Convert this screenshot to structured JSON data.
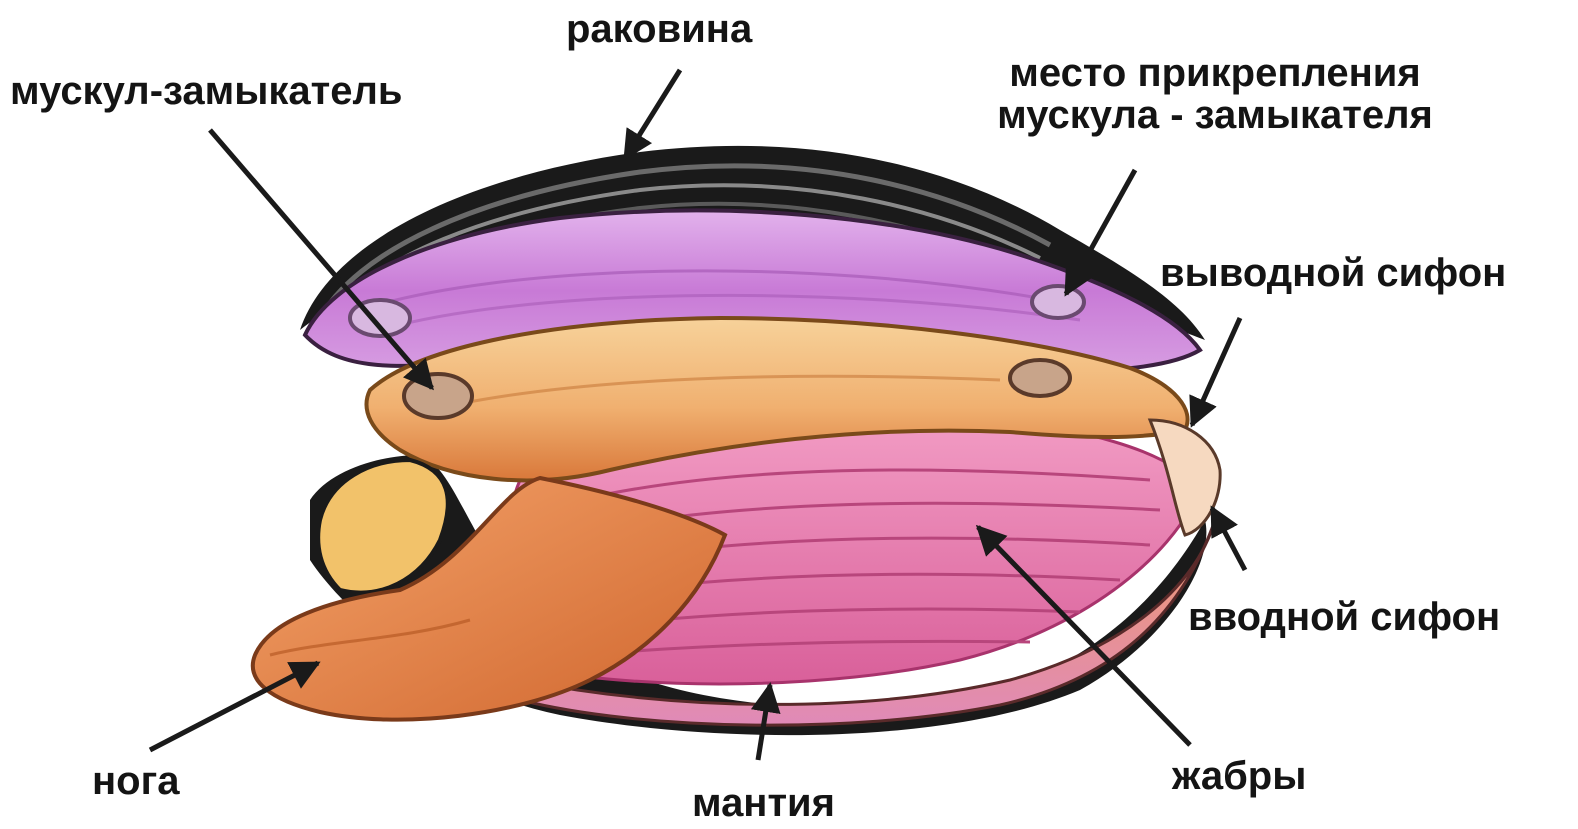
{
  "labels": {
    "shell": "раковина",
    "adductor_muscle": "мускул-замыкатель",
    "muscle_attachment_line1": "место прикрепления",
    "muscle_attachment_line2": "мускула - замыкателя",
    "exhalant_siphon": "выводной сифон",
    "inhalant_siphon": "вводной сифон",
    "foot": "нога",
    "mantle": "мантия",
    "gills": "жабры"
  },
  "colors": {
    "background": "#ffffff",
    "text": "#141414",
    "shell_outline": "#1a1a1a",
    "mantle_purple": "#c87ad6",
    "mantle_purple_light": "#e2b2ec",
    "body_orange": "#f0b070",
    "body_orange_dark": "#d9783a",
    "foot_orange": "#e8894a",
    "gills_pink": "#ec7fb0",
    "gills_pink_dark": "#c74a88"
  }
}
